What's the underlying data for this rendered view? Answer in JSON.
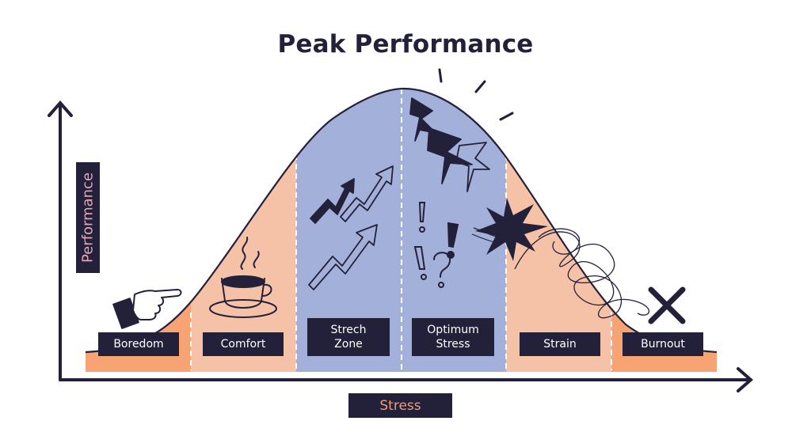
{
  "title": "Peak Performance",
  "axes": {
    "y_label": "Performance",
    "x_label": "Stress"
  },
  "zones": [
    {
      "label": "Boredom",
      "color": "#f7a373"
    },
    {
      "label": "Comfort",
      "color": "#f6c2a7"
    },
    {
      "label": "Strech\nZone",
      "color": "#a3b1da"
    },
    {
      "label": "Optimum\nStress",
      "color": "#a3b1da"
    },
    {
      "label": "Strain",
      "color": "#f6c2a7"
    },
    {
      "label": "Burnout",
      "color": "#f7a373"
    }
  ],
  "icons": [
    "pointing-hand-icon",
    "coffee-cup-icon",
    "rising-arrows-icon",
    "lightning-bolts-icon",
    "exclamation-question-icon",
    "burst-icon",
    "tangled-scribble-icon",
    "x-mark-icon"
  ],
  "colors": {
    "ink": "#23203a",
    "orange": "#f7a373",
    "peach": "#f6c2a7",
    "blue": "#a3b1da",
    "label_accent": "#e7a5b6",
    "stress_accent": "#f29a7a"
  }
}
